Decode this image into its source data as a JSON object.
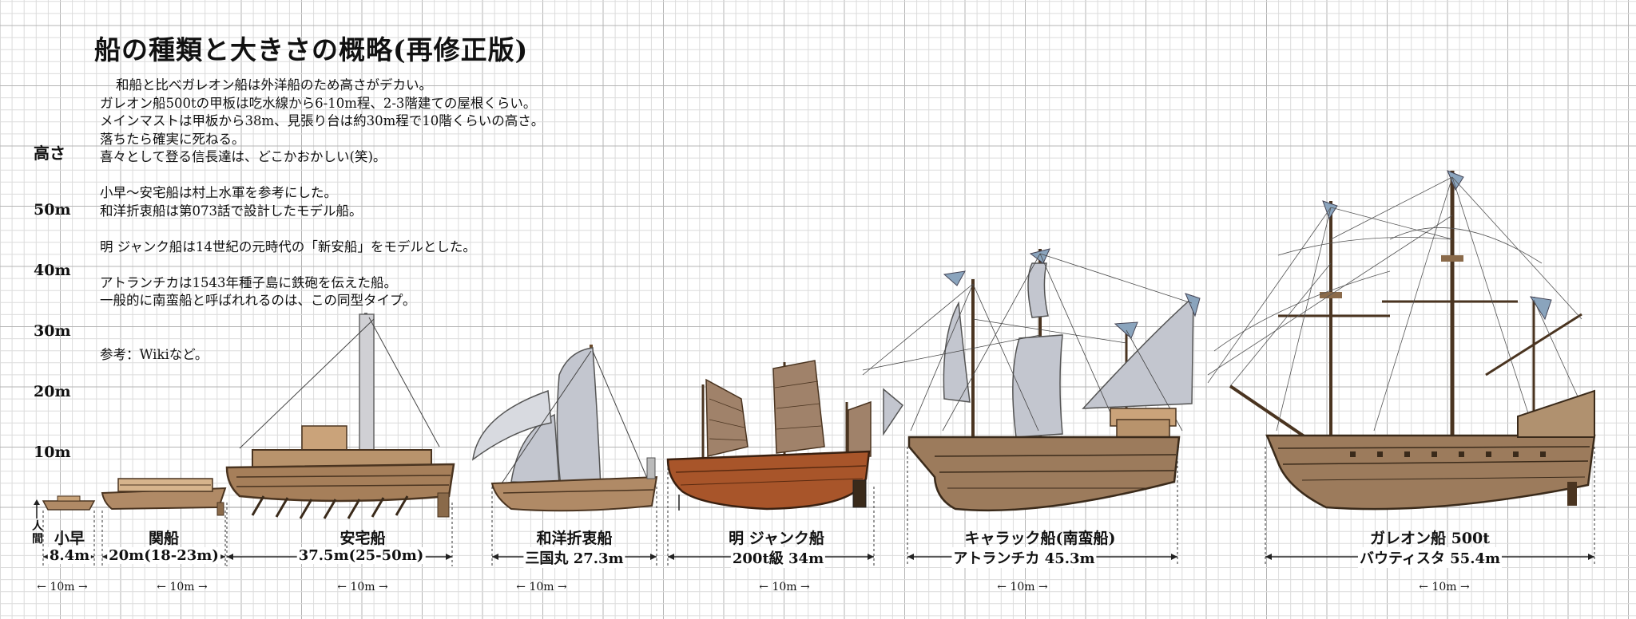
{
  "title": "船の種類と大きさの概略(再修正版)",
  "notes": [
    "和船と比べガレオン船は外洋船のため高さがデカい。",
    "ガレオン船500tの甲板は吃水線から6-10m程、2-3階建ての屋根くらい。",
    "メインマストは甲板から38m、見張り台は約30m程で10階くらいの高さ。",
    "落ちたら確実に死ねる。",
    "喜々として登る信長達は、どこかおかしい(笑)。",
    "",
    "小早～安宅船は村上水軍を参考にした。",
    "和洋折衷船は第073話で設計したモデル船。",
    "",
    "明 ジャンク船は14世紀の元時代の「新安船」をモデルとした。",
    "",
    "アトランチカは1543年種子島に鉄砲を伝えた船。",
    "一般的に南蛮船と呼ばれれるのは、この同型タイプ。",
    "",
    "",
    "参考：Wikiなど。"
  ],
  "y_axis": {
    "title": "高さ",
    "labels": [
      "10m",
      "20m",
      "30m",
      "40m",
      "50m"
    ],
    "person_label": "人間"
  },
  "scale_label": "← 10m →",
  "ships": [
    {
      "name": "小早",
      "size": "8.4m"
    },
    {
      "name": "関船",
      "size": "20m(18-23m)"
    },
    {
      "name": "安宅船",
      "size": "37.5m(25-50m)"
    },
    {
      "name": "和洋折衷船",
      "size": "三国丸 27.3m"
    },
    {
      "name": "明 ジャンク船",
      "size": "200t級 34m"
    },
    {
      "name": "キャラック船(南蛮船)",
      "size": "アトランチカ 45.3m"
    },
    {
      "name": "ガレオン船 500t",
      "size": "バウティスタ 55.4m"
    }
  ],
  "colors": {
    "grid_minor": "#dcdcdc",
    "grid_major": "#b4b4b4",
    "hull_japanese": "#b08a66",
    "hull_junk": "#a8552a",
    "hull_european": "#9c7b5c",
    "sail": "#c3c6cf",
    "flag": "#8aa4bd"
  }
}
